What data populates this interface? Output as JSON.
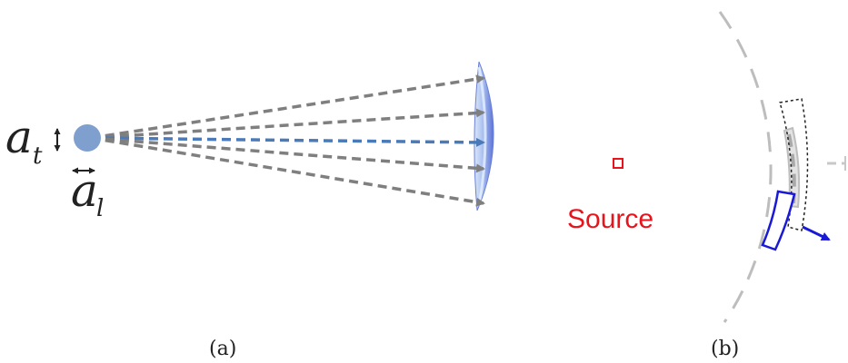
{
  "panel_a": {
    "symbol_transverse": "a",
    "subscript_transverse": "t",
    "symbol_longitudinal": "a",
    "subscript_longitudinal": "l",
    "caption": "(a)"
  },
  "panel_b": {
    "source_label": "Source",
    "caption": "(b)"
  },
  "colors": {
    "ray_gray": "#7f7f7f",
    "ray_center": "#4a7ab8",
    "source_dot": "#7fa0cf",
    "lens": "#8fa8e0",
    "source_red": "#e8141c",
    "arc_gray": "#bdbdbd",
    "element_blue": "#1a1ad6",
    "element_outline": "#222222"
  }
}
